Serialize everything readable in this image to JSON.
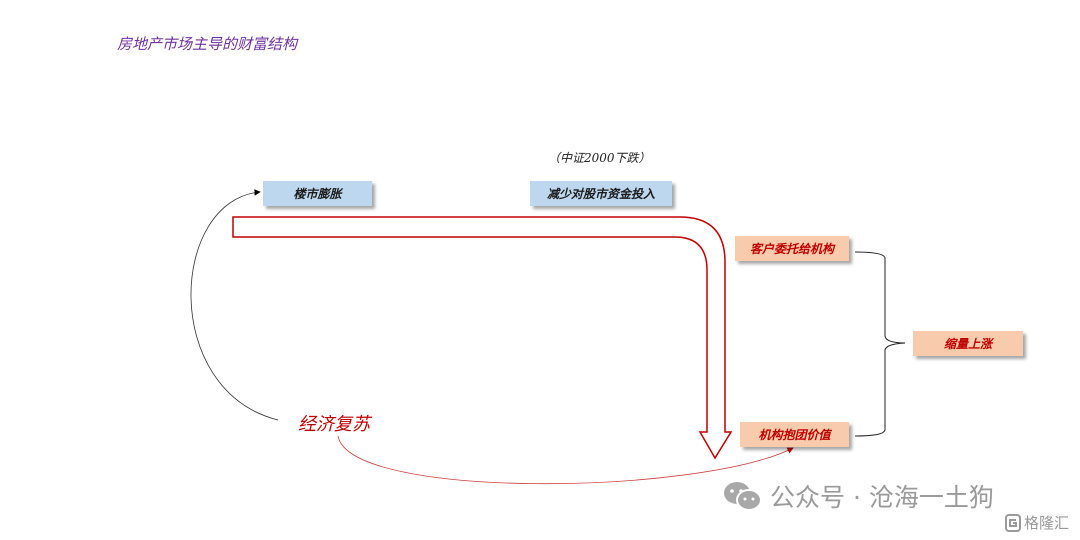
{
  "title": "房地产市场主导的财富结构",
  "note": "（中证2000下跌）",
  "boxes": {
    "housing_inflation": "楼市膨胀",
    "reduce_stock_funds": "减少对股市资金投入",
    "client_delegation": "客户委托给机构",
    "institution_group_value": "机构抱团价值",
    "shrinking_volume_rise": "缩量上涨"
  },
  "economic_recovery": "经济复苏",
  "watermark": {
    "text": "公众号 · 沧海一土狗",
    "logo_text": "格隆汇"
  },
  "colors": {
    "title": "#7030a0",
    "blue_box": "#bdd7ee",
    "peach_box": "#f8cbad",
    "red": "#c00000"
  }
}
